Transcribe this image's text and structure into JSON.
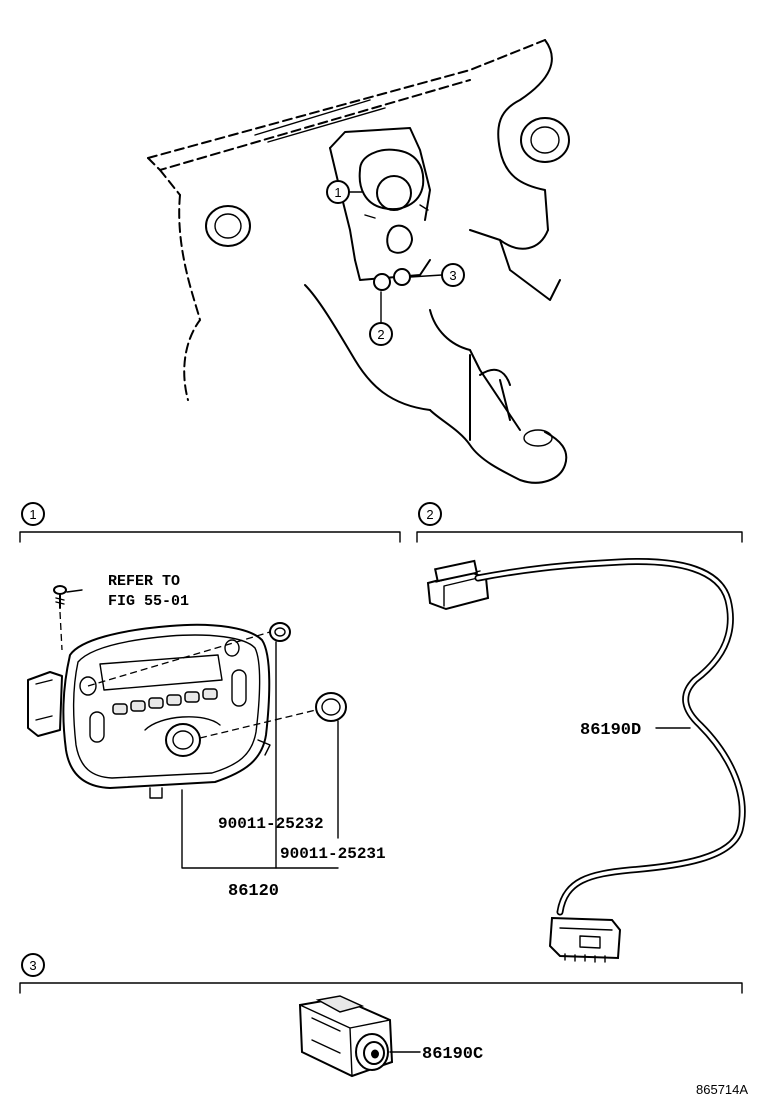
{
  "callouts": {
    "c1": "1",
    "c2": "2",
    "c3": "3"
  },
  "sections": {
    "s1": "1",
    "s2": "2",
    "s3": "3"
  },
  "labels": {
    "refer_to_line1": "REFER TO",
    "refer_to_line2": "FIG 55-01",
    "part_86190d": "86190D",
    "part_90011_25232": "90011-25232",
    "part_90011_25231": "90011-25231",
    "part_86120": "86120",
    "part_86190c": "86190C",
    "drawing_number": "865714A"
  }
}
